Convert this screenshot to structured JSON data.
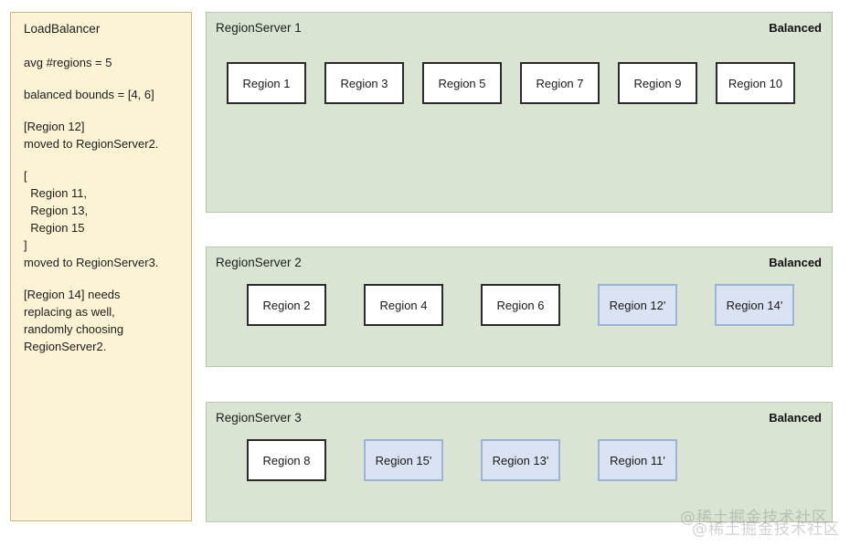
{
  "loadbalancer": {
    "title": "LoadBalancer",
    "lines": [
      "avg #regions = 5",
      "balanced bounds = [4, 6]",
      "[Region 12]\nmoved to RegionServer2.",
      "[\n  Region 11,\n  Region 13,\n  Region 15\n]\nmoved to RegionServer3.",
      "[Region 14] needs\nreplacing as well,\nrandomly choosing\nRegionServer2."
    ]
  },
  "servers": [
    {
      "title": "RegionServer 1",
      "status": "Balanced",
      "regions": [
        {
          "label": "Region 1",
          "moved": false
        },
        {
          "label": "Region 3",
          "moved": false
        },
        {
          "label": "Region 5",
          "moved": false
        },
        {
          "label": "Region 7",
          "moved": false
        },
        {
          "label": "Region 9",
          "moved": false
        },
        {
          "label": "Region 10",
          "moved": false
        }
      ]
    },
    {
      "title": "RegionServer 2",
      "status": "Balanced",
      "regions": [
        {
          "label": "Region 2",
          "moved": false
        },
        {
          "label": "Region 4",
          "moved": false
        },
        {
          "label": "Region 6",
          "moved": false
        },
        {
          "label": "Region 12'",
          "moved": true
        },
        {
          "label": "Region 14'",
          "moved": true
        }
      ]
    },
    {
      "title": "RegionServer 3",
      "status": "Balanced",
      "regions": [
        {
          "label": "Region 8",
          "moved": false
        },
        {
          "label": "Region 15'",
          "moved": true
        },
        {
          "label": "Region 13'",
          "moved": true
        },
        {
          "label": "Region 11'",
          "moved": true
        }
      ]
    }
  ],
  "watermark": {
    "line_a": "@稀土掘金技术社区",
    "line_b": "@稀土掘金技术社区"
  },
  "colors": {
    "sidebar_fill": "#fcf3d4",
    "sidebar_border": "#cbb77e",
    "panel_fill": "#d9e4d2",
    "panel_border": "#b9c9ae",
    "region_fill": "#ffffff",
    "region_border": "#2b2b2b",
    "moved_fill": "#dae3f3",
    "moved_border": "#9cb2d6"
  }
}
